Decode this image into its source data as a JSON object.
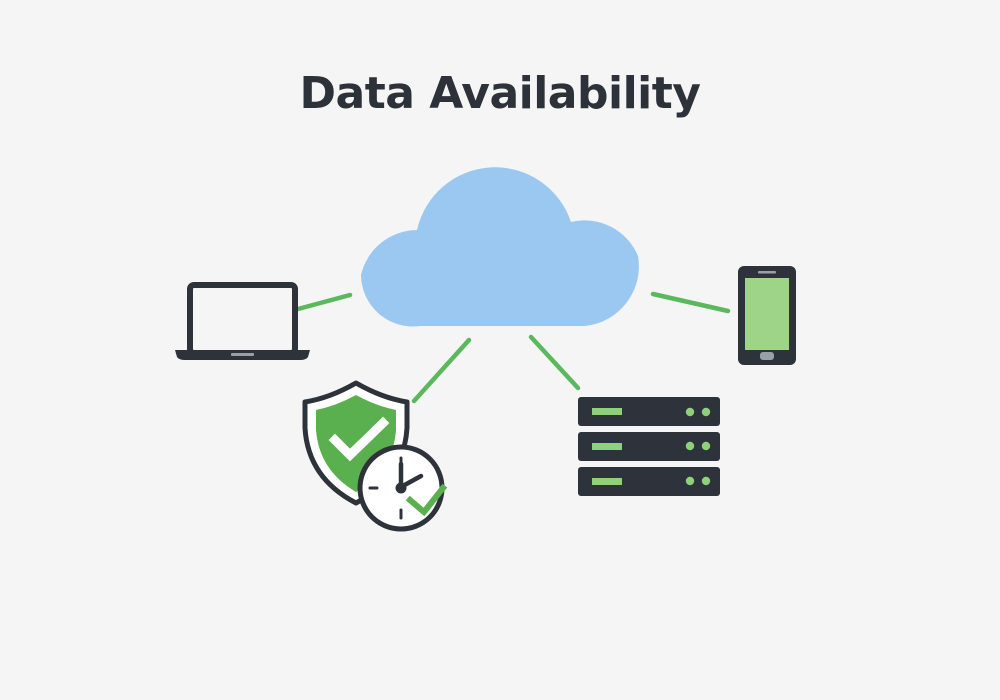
{
  "title": "Data Availability",
  "colors": {
    "background": "#f5f5f5",
    "text": "#2d3139",
    "cloud": "#9bc8f0",
    "connector": "#5cb85c",
    "device_dark": "#2e333b",
    "phone_screen": "#9ed488",
    "shield_green": "#5aaf4f",
    "server_led": "#8fd07a",
    "white": "#ffffff"
  },
  "nodes": [
    {
      "id": "cloud",
      "label": "Cloud",
      "icon": "cloud-icon"
    },
    {
      "id": "laptop",
      "label": "Laptop",
      "icon": "laptop-icon"
    },
    {
      "id": "phone",
      "label": "Smartphone",
      "icon": "smartphone-icon"
    },
    {
      "id": "shield_clock",
      "label": "Secure & Timely Access",
      "icon": "shield-check-clock-icon"
    },
    {
      "id": "server",
      "label": "Server Rack",
      "icon": "server-rack-icon"
    }
  ],
  "edges": [
    {
      "from": "cloud",
      "to": "laptop"
    },
    {
      "from": "cloud",
      "to": "phone"
    },
    {
      "from": "cloud",
      "to": "shield_clock"
    },
    {
      "from": "cloud",
      "to": "server"
    }
  ]
}
